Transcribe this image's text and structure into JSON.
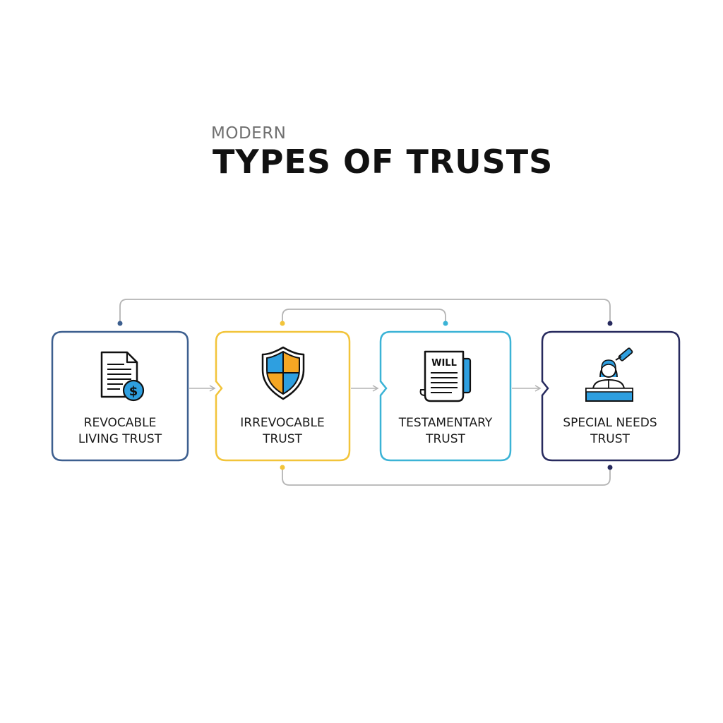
{
  "header": {
    "subtitle": "MODERN",
    "title": "TYPES OF TRUSTS"
  },
  "colors": {
    "card1": "#3d5f8f",
    "card2": "#f2c43a",
    "card3": "#3bb3d6",
    "card4": "#272a5e",
    "connector": "#b4b4b4",
    "icon_blue": "#2e9fe0",
    "icon_orange": "#f5a623"
  },
  "cards": [
    {
      "line1": "REVOCABLE",
      "line2": "LIVING TRUST",
      "icon": "document-dollar-icon"
    },
    {
      "line1": "IRREVOCABLE",
      "line2": "TRUST",
      "icon": "shield-icon"
    },
    {
      "line1": "TESTAMENTARY",
      "line2": "TRUST",
      "icon": "will-scroll-icon",
      "icon_text": "WILL"
    },
    {
      "line1": "SPECIAL NEEDS",
      "line2": "TRUST",
      "icon": "caretaker-person-icon"
    }
  ]
}
